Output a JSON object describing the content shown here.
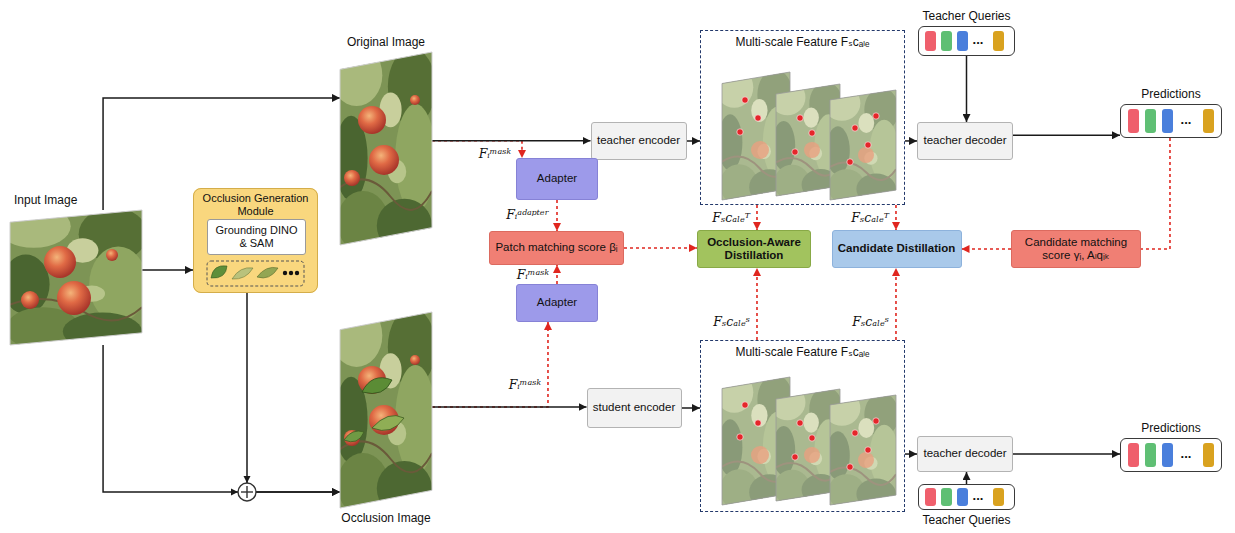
{
  "diagram": {
    "nodes": [
      {
        "text": [
          "Input Image"
        ]
      },
      {
        "text": [
          "Occlusion Generation Module"
        ]
      },
      {
        "text": [
          "Grounding DINO & SAM"
        ],
        "in": 1
      },
      {
        "text": [
          "Original Image"
        ]
      },
      {
        "text": [
          "Occlusion Image"
        ]
      },
      {
        "text": [
          "teacher encoder"
        ]
      },
      {
        "text": [
          "Adapter"
        ]
      },
      {
        "text": [
          "Patch matching score βᵢ"
        ]
      },
      {
        "text": [
          "Adapter"
        ]
      },
      {
        "text": [
          "student encoder"
        ]
      },
      {
        "text": [
          "Multi-scale Feature Fₛcₐₗₑ"
        ]
      },
      {
        "text": [
          "Occlusion-Aware Distillation"
        ]
      },
      {
        "text": [
          "Multi-scale Feature Fₛcₐₗₑ"
        ]
      },
      {
        "text": [
          "Teacher Queries"
        ]
      },
      {
        "text": [
          "teacher decoder"
        ]
      },
      {
        "text": [
          "Candidate Distillation"
        ]
      },
      {
        "text": [
          "teacher decoder"
        ]
      },
      {
        "text": [
          "Teacher Queries"
        ]
      },
      {
        "text": [
          "Predictions"
        ]
      },
      {
        "text": [
          "Candidate matching score γᵢ, Aₗqᵢₖ"
        ]
      },
      {
        "text": [
          "Predictions"
        ]
      }
    ],
    "edges": [
      {
        "from": 0,
        "to": 3,
        "arrow": "to"
      },
      {
        "from": 0,
        "to": 1,
        "arrow": "to"
      },
      {
        "from": 0,
        "to": 4,
        "arrow": "to"
      },
      {
        "from": 1,
        "to": 4,
        "arrow": "to"
      },
      {
        "from": 3,
        "to": 5,
        "arrow": "to"
      },
      {
        "from": 5,
        "to": 10,
        "arrow": "to"
      },
      {
        "from": 10,
        "to": 14,
        "arrow": "to"
      },
      {
        "from": 13,
        "to": 14,
        "arrow": "to"
      },
      {
        "from": 14,
        "to": 18,
        "arrow": "to"
      },
      {
        "from": 4,
        "to": 9,
        "arrow": "to"
      },
      {
        "from": 9,
        "to": 12,
        "arrow": "to"
      },
      {
        "from": 12,
        "to": 16,
        "arrow": "to"
      },
      {
        "from": 17,
        "to": 16,
        "arrow": "to"
      },
      {
        "from": 16,
        "to": 20,
        "arrow": "to"
      },
      {
        "from": 3,
        "to": 6,
        "arrow": "to",
        "label": "Fᵢᵐᵃˢᵏ"
      },
      {
        "from": 6,
        "to": 7,
        "arrow": "to",
        "label": "Fᵢᵃᵈᵃᵖᵗᵉʳ"
      },
      {
        "from": 8,
        "to": 7,
        "arrow": "to",
        "label": "Fᵢᵐᵃˢᵏ"
      },
      {
        "from": 4,
        "to": 8,
        "arrow": "to",
        "label": "Fᵢᵐᵃˢᵏ"
      },
      {
        "from": 7,
        "to": 11,
        "arrow": "to"
      },
      {
        "from": 10,
        "to": 11,
        "arrow": "to",
        "label": "Fₛcₐₗₑᵀ"
      },
      {
        "from": 12,
        "to": 11,
        "arrow": "to",
        "label": "Fₛcₐₗₑˢ"
      },
      {
        "from": 10,
        "to": 15,
        "arrow": "to",
        "label": "Fₛcₐₗₑᵀ"
      },
      {
        "from": 12,
        "to": 15,
        "arrow": "to",
        "label": "Fₛcₐₗₑˢ"
      },
      {
        "from": 19,
        "to": 15,
        "arrow": "to"
      },
      {
        "from": 18,
        "to": 19,
        "arrow": "none"
      }
    ],
    "labels": [
      "...",
      "...",
      "...",
      "..."
    ]
  }
}
